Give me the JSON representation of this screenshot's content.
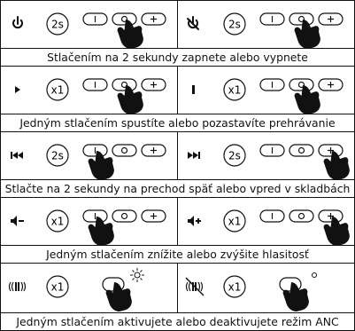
{
  "rows": [
    {
      "caption": "Stlačením na 2 sekundy zapnete alebo vypnete",
      "left": {
        "symbol_icon": "power-icon",
        "press": "2s",
        "target": "middle-button"
      },
      "right": {
        "symbol_icon": "power-off-icon",
        "press": "2s",
        "target": "middle-button"
      }
    },
    {
      "caption": "Jedným stlačením spustíte alebo pozastavíte prehrávanie",
      "left": {
        "symbol_icon": "play-icon",
        "press": "x1",
        "target": "middle-button"
      },
      "right": {
        "symbol_icon": "pause-icon",
        "press": "x1",
        "target": "middle-button"
      }
    },
    {
      "caption": "Stlačte na 2 sekundy na prechod späť alebo vpred v skladbách",
      "left": {
        "symbol_icon": "previous-track-icon",
        "press": "2s",
        "target": "minus-button"
      },
      "right": {
        "symbol_icon": "next-track-icon",
        "press": "2s",
        "target": "plus-button"
      }
    },
    {
      "caption": "Jedným stlačením znížite alebo zvýšite hlasitosť",
      "left": {
        "symbol_icon": "volume-down-icon",
        "press": "x1",
        "target": "minus-button"
      },
      "right": {
        "symbol_icon": "volume-up-icon",
        "press": "x1",
        "target": "plus-button"
      }
    },
    {
      "caption": "Jedným stlačením aktivujete alebo deaktivujete režim ANC",
      "left": {
        "symbol_icon": "anc-on-icon",
        "press": "x1",
        "target": "touch-area-light-on"
      },
      "right": {
        "symbol_icon": "anc-off-icon",
        "press": "x1",
        "target": "touch-area-light-off"
      }
    }
  ]
}
